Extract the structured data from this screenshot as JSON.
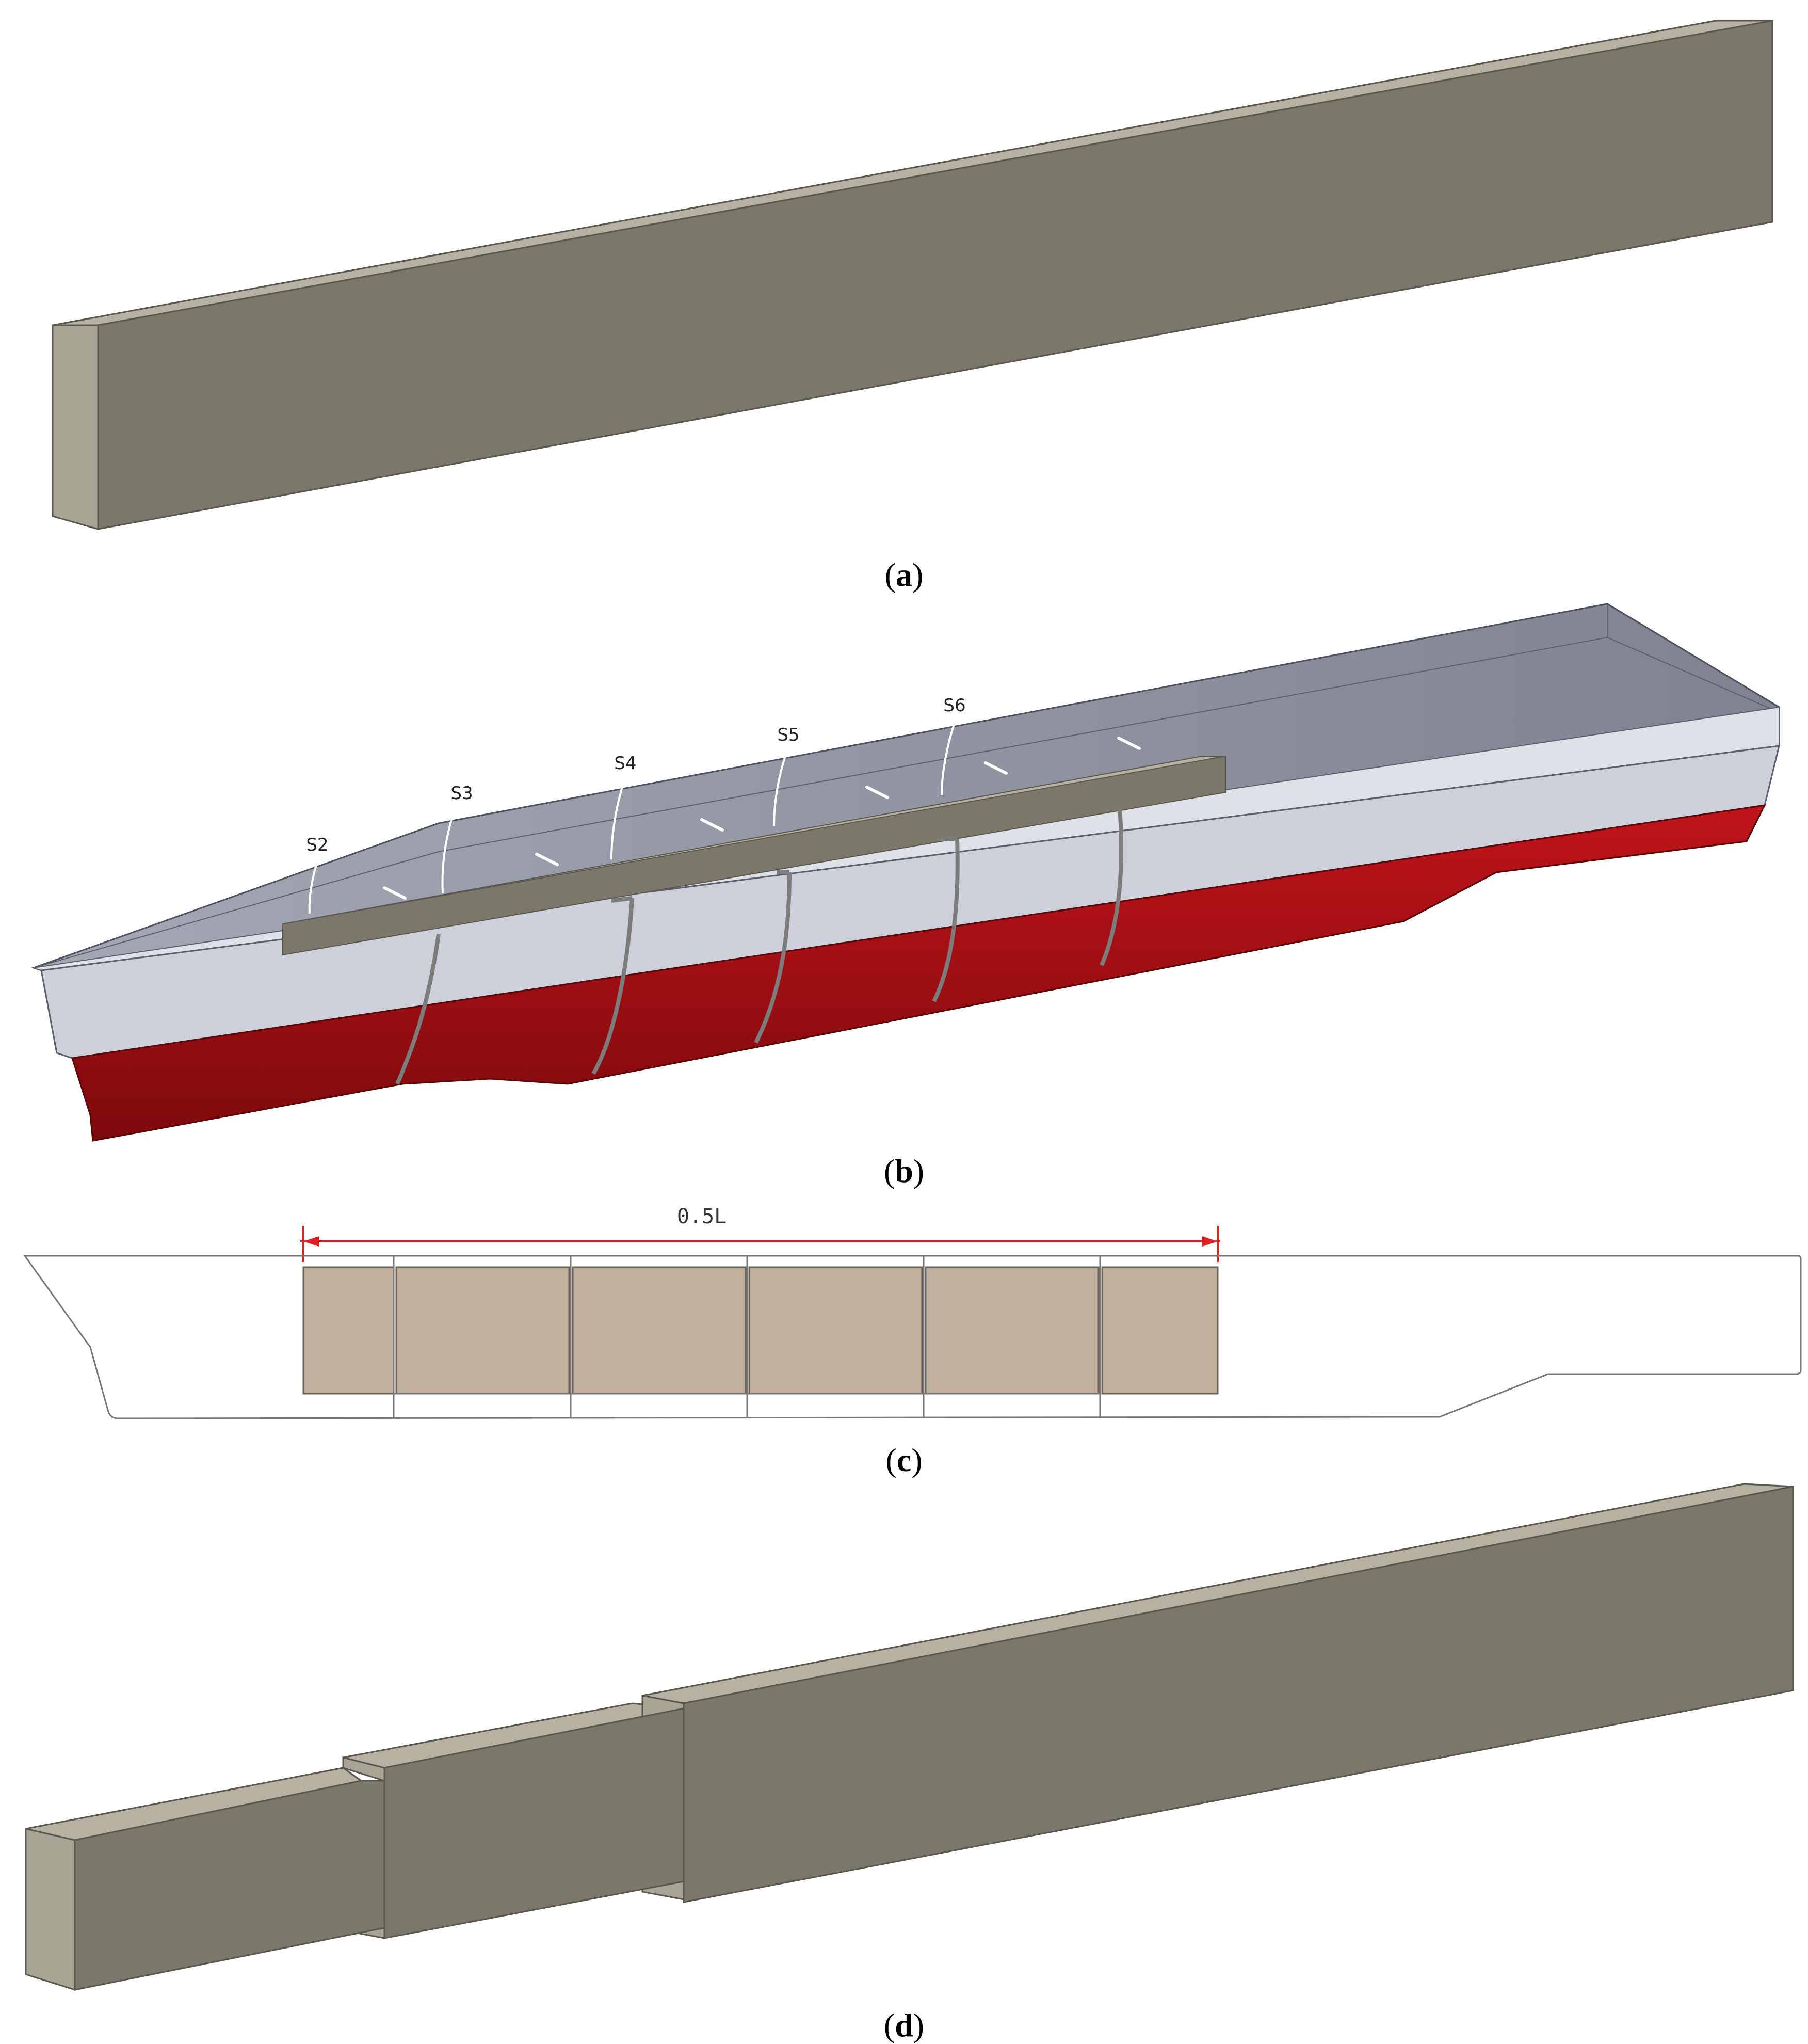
{
  "panels": {
    "a": {
      "caption_open": "(",
      "caption_letter": "a",
      "caption_close": ")"
    },
    "b": {
      "caption_open": "(",
      "caption_letter": "b",
      "caption_close": ")",
      "section_labels": [
        "S2",
        "S3",
        "S4",
        "S5",
        "S6"
      ]
    },
    "c": {
      "caption_open": "(",
      "caption_letter": "c",
      "caption_close": ")",
      "dimension_label": "0.5L"
    },
    "d": {
      "caption_open": "(",
      "caption_letter": "d",
      "caption_close": ")"
    }
  },
  "colors": {
    "beam_front": "#7b776b",
    "beam_top": "#b6b1a0",
    "beam_end": "#a9a594",
    "hull_bottom": "#a50e12",
    "hull_side": "#cdd0da",
    "hull_side_light": "#dfe1e8",
    "deck_interior": "#8b8f9c",
    "section_fill": "#c1b09e",
    "dimension_red": "#e02020"
  }
}
